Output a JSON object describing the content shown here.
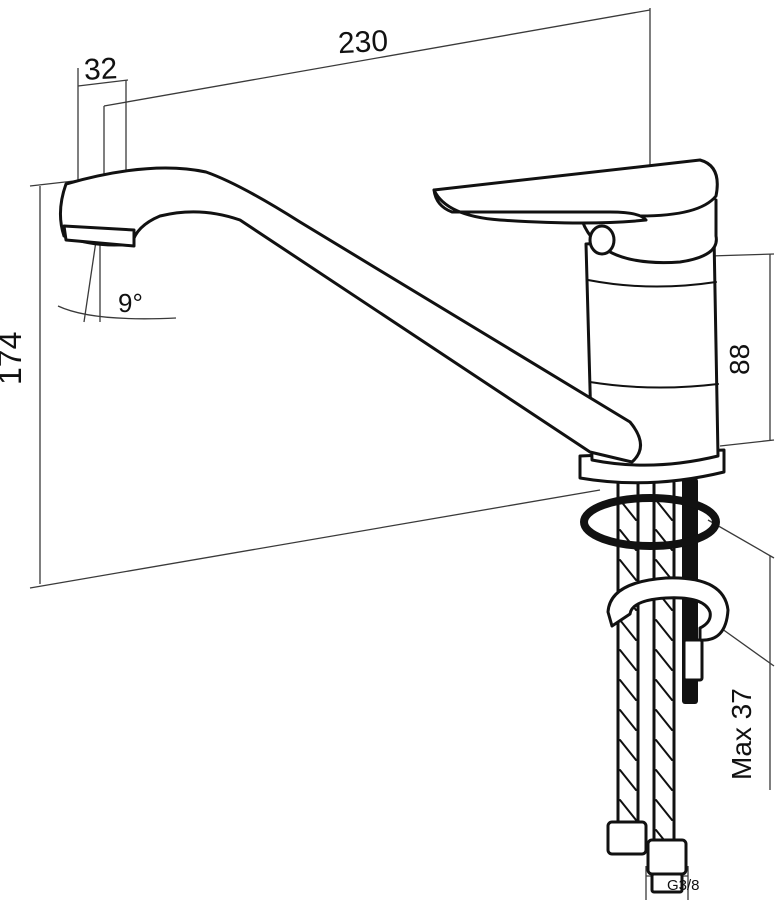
{
  "dimensions": {
    "spout_length": "230",
    "spout_offset": "32",
    "spout_angle": "9°",
    "total_height": "174",
    "body_height": "88",
    "max_counter_thickness": "Max 37",
    "hose_thread": "G3/8"
  },
  "colors": {
    "line": "#111111",
    "dimension_line": "#3a3a3a",
    "background": "#ffffff"
  }
}
